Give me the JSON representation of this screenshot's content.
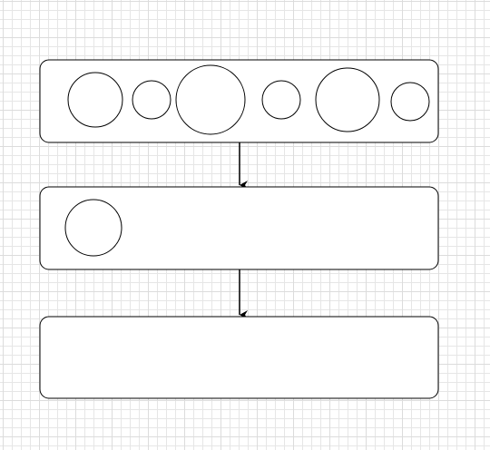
{
  "diagram": {
    "grid_line_color": "#e6e6e6",
    "stroke_color": "#000000",
    "fill_color": "#ffffff",
    "layers": [
      {
        "id": "layer-1",
        "node_count": 6
      },
      {
        "id": "layer-2",
        "node_count": 1
      },
      {
        "id": "layer-3",
        "node_count": 0
      }
    ],
    "connections": [
      {
        "from": "layer-1",
        "to": "layer-2"
      },
      {
        "from": "layer-2",
        "to": "layer-3"
      }
    ]
  }
}
